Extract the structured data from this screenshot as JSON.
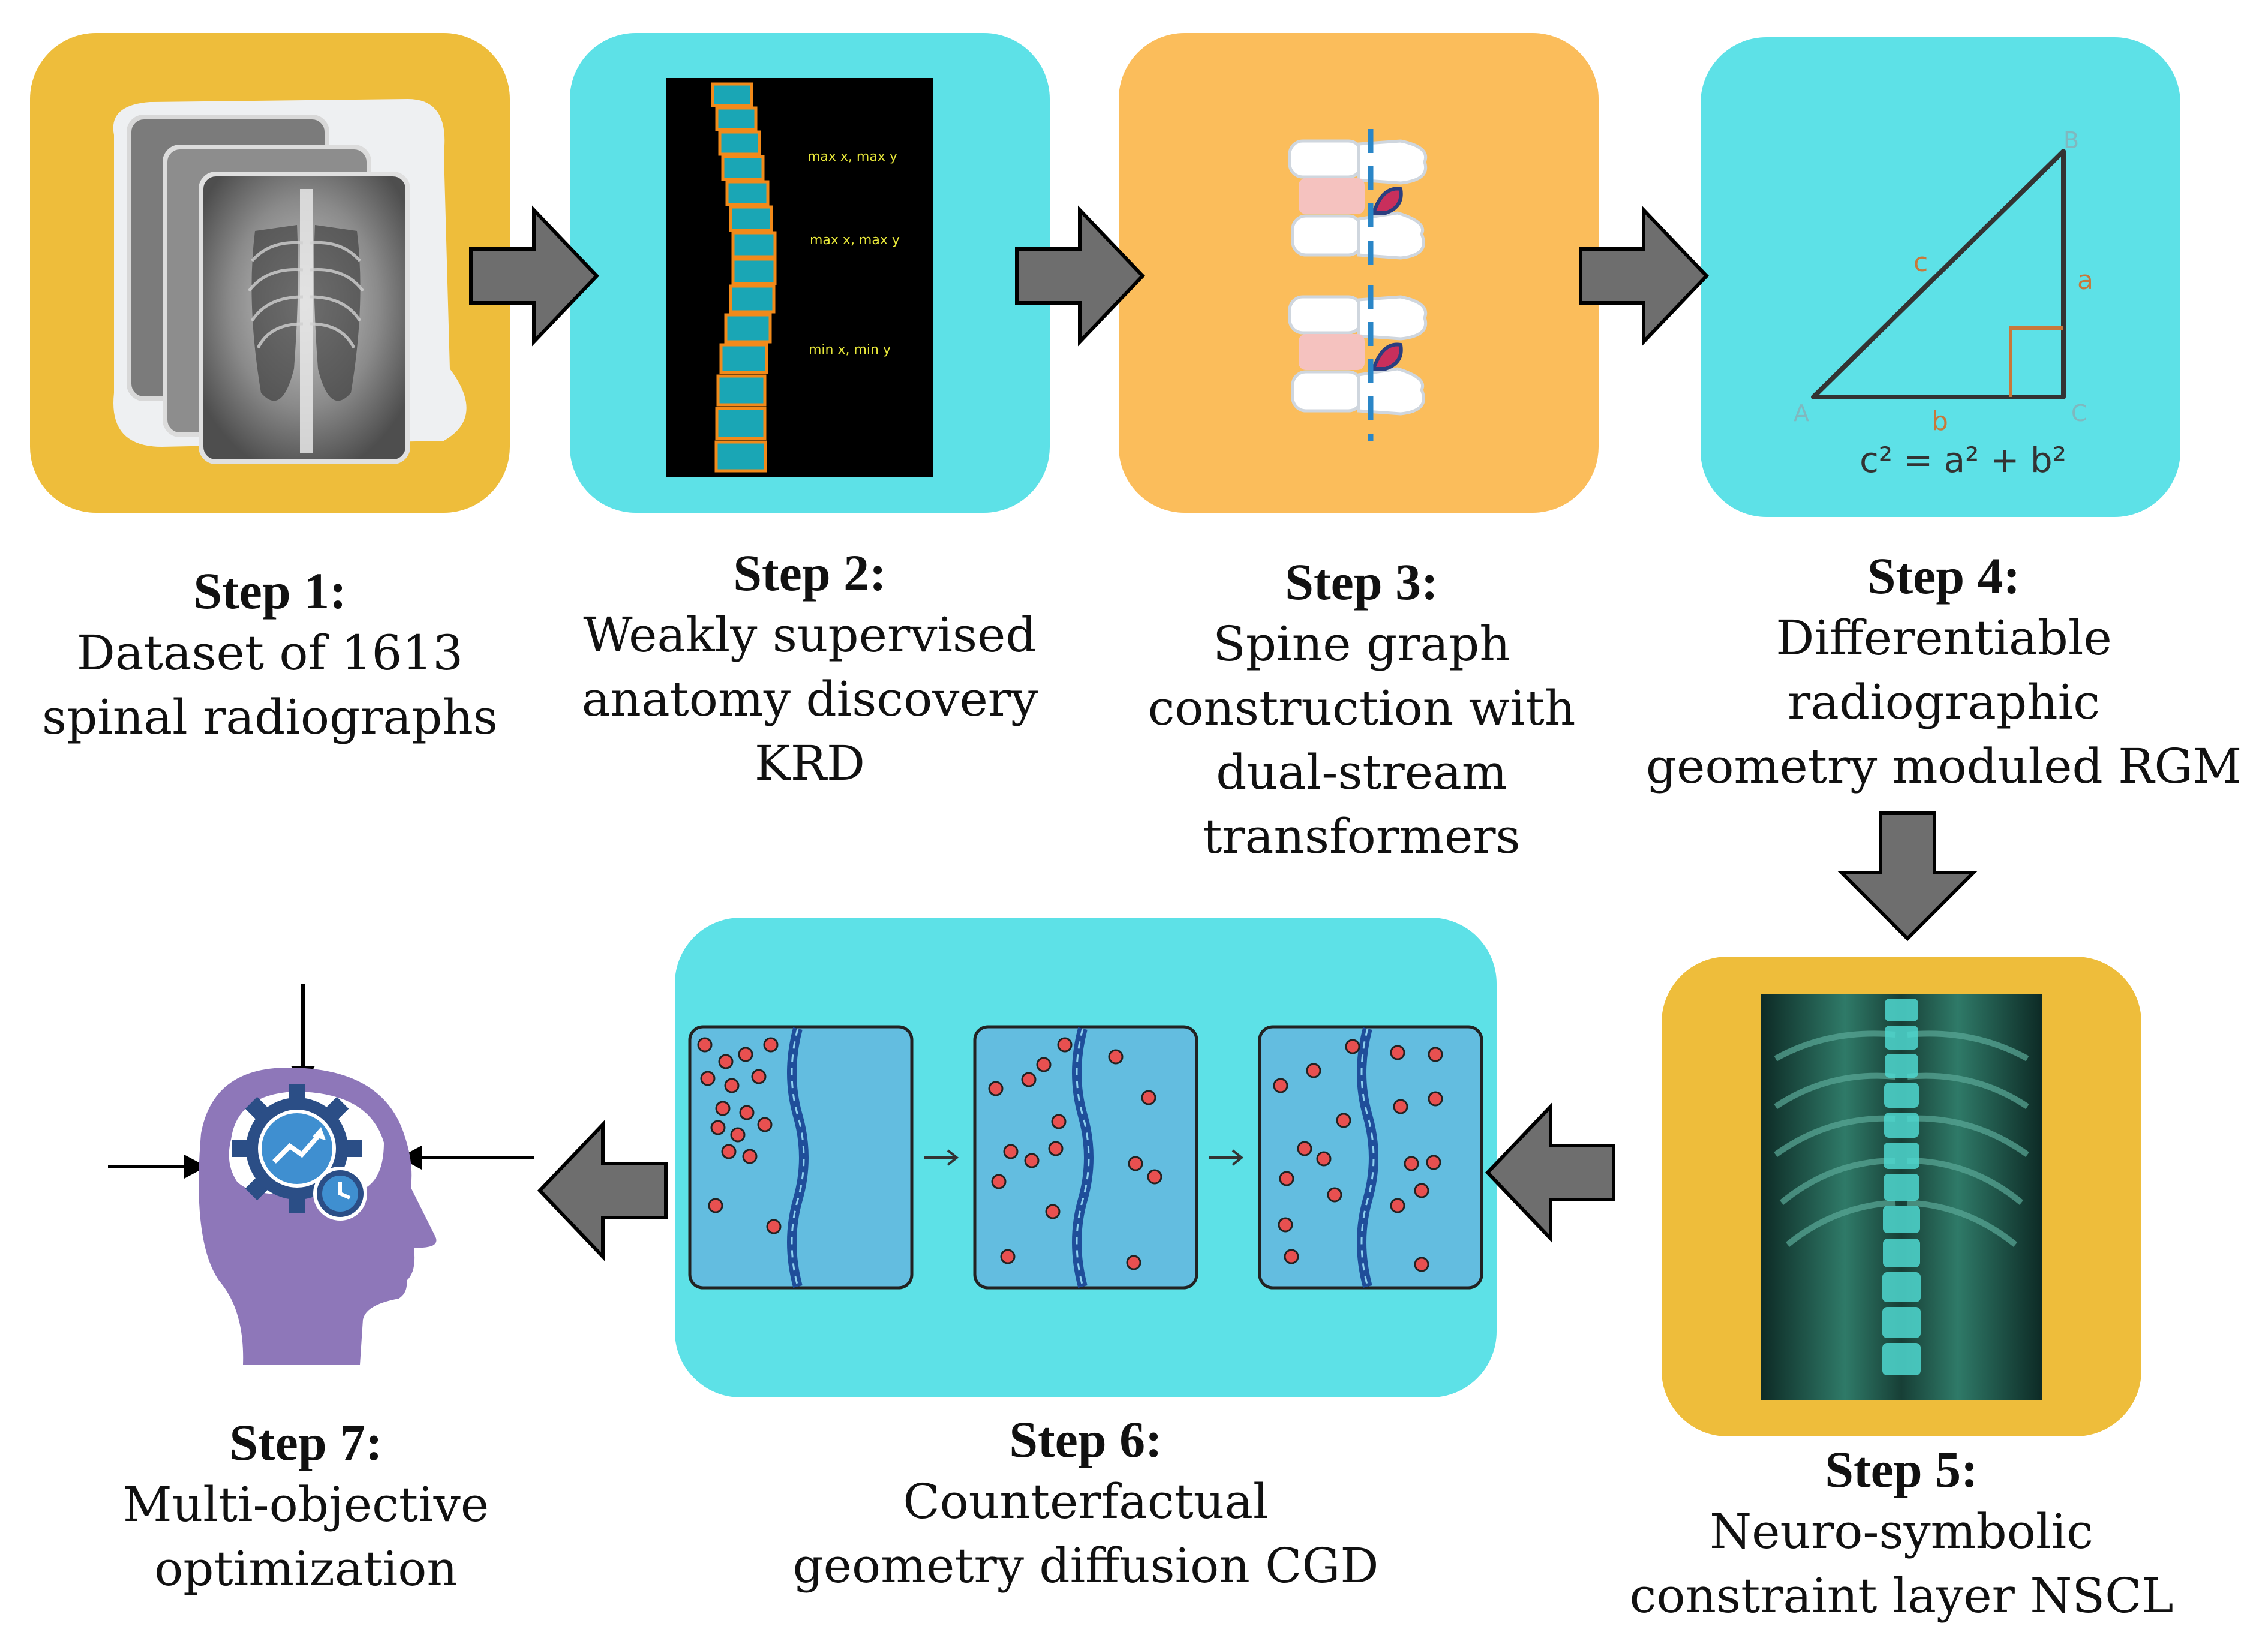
{
  "steps": [
    {
      "title": "Step 1:",
      "desc": "Dataset of 1613\nspinal radiographs"
    },
    {
      "title": "Step 2:",
      "desc": "Weakly supervised\nanatomy discovery\nKRD"
    },
    {
      "title": "Step 3:",
      "desc": "Spine graph\nconstruction with\ndual-stream\ntransformers"
    },
    {
      "title": "Step 4:",
      "desc": "Differentiable\nradiographic\ngeometry moduled RGM"
    },
    {
      "title": "Step 5:",
      "desc": "Neuro-symbolic\nconstraint layer NSCL"
    },
    {
      "title": "Step 6:",
      "desc": "Counterfactual\ngeometry diffusion CGD"
    },
    {
      "title": "Step 7:",
      "desc": "Multi-objective\noptimization"
    }
  ],
  "step2_annotations": [
    "max x, max y",
    "max x, max y",
    "min x, min y"
  ],
  "triangle_labels": {
    "a": "a",
    "b": "b",
    "c": "c",
    "A": "A",
    "B": "B",
    "C": "C",
    "equation": "c² = a² + b²"
  },
  "colors": {
    "gold": "#eebd3b",
    "cyan": "#5de1e7",
    "orange": "#fbbd5b",
    "arrow": "#6e6e6e",
    "dot": "#e85050",
    "wave": "#1f4e9a",
    "brain": "#8e77b9"
  }
}
